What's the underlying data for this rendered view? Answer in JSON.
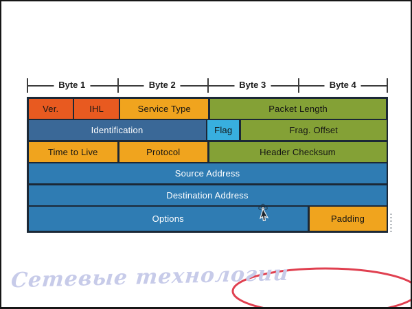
{
  "ruler": {
    "labels": [
      "Byte 1",
      "Byte 2",
      "Byte 3",
      "Byte 4"
    ]
  },
  "header_diagram": {
    "rows": [
      {
        "cells": [
          {
            "label": "Ver.",
            "color": "orange_red",
            "width": 12.55
          },
          {
            "label": "IHL",
            "color": "orange_red",
            "width": 12.55
          },
          {
            "label": "Service Type",
            "color": "amber",
            "width": 24.9
          },
          {
            "label": "Packet Length",
            "color": "green",
            "width": 50.0
          }
        ]
      },
      {
        "cells": [
          {
            "label": "Identification",
            "color": "dark_blue",
            "width": 50.0
          },
          {
            "label": "Flag",
            "color": "cyan",
            "width": 9.0
          },
          {
            "label": "Frag. Offset",
            "color": "green",
            "width": 41.0
          }
        ]
      },
      {
        "cells": [
          {
            "label": "Time to Live",
            "color": "amber",
            "width": 25.1
          },
          {
            "label": "Protocol",
            "color": "amber",
            "width": 24.9
          },
          {
            "label": "Header Checksum",
            "color": "green",
            "width": 50.0
          }
        ]
      },
      {
        "cells": [
          {
            "label": "Source Address",
            "color": "med_blue",
            "width": 100
          }
        ]
      },
      {
        "cells": [
          {
            "label": "Destination Address",
            "color": "med_blue",
            "width": 100
          }
        ]
      },
      {
        "cells": [
          {
            "label": "Options",
            "color": "med_blue",
            "width": 78.4
          },
          {
            "label": "Padding",
            "color": "amber",
            "width": 21.6
          }
        ]
      }
    ]
  },
  "watermark": {
    "text": "Сетевые технологии",
    "color": "#c7cbe9"
  },
  "colors": {
    "orange_red": "#e85a20",
    "amber": "#f0a41e",
    "green": "#84a136",
    "dark_blue": "#3a6897",
    "med_blue": "#2f7cb3",
    "cyan": "#38afdf",
    "border": "#1b2836",
    "text_dark": "#141414",
    "text_light": "#ffffff",
    "annotation_red": "#e04050"
  }
}
